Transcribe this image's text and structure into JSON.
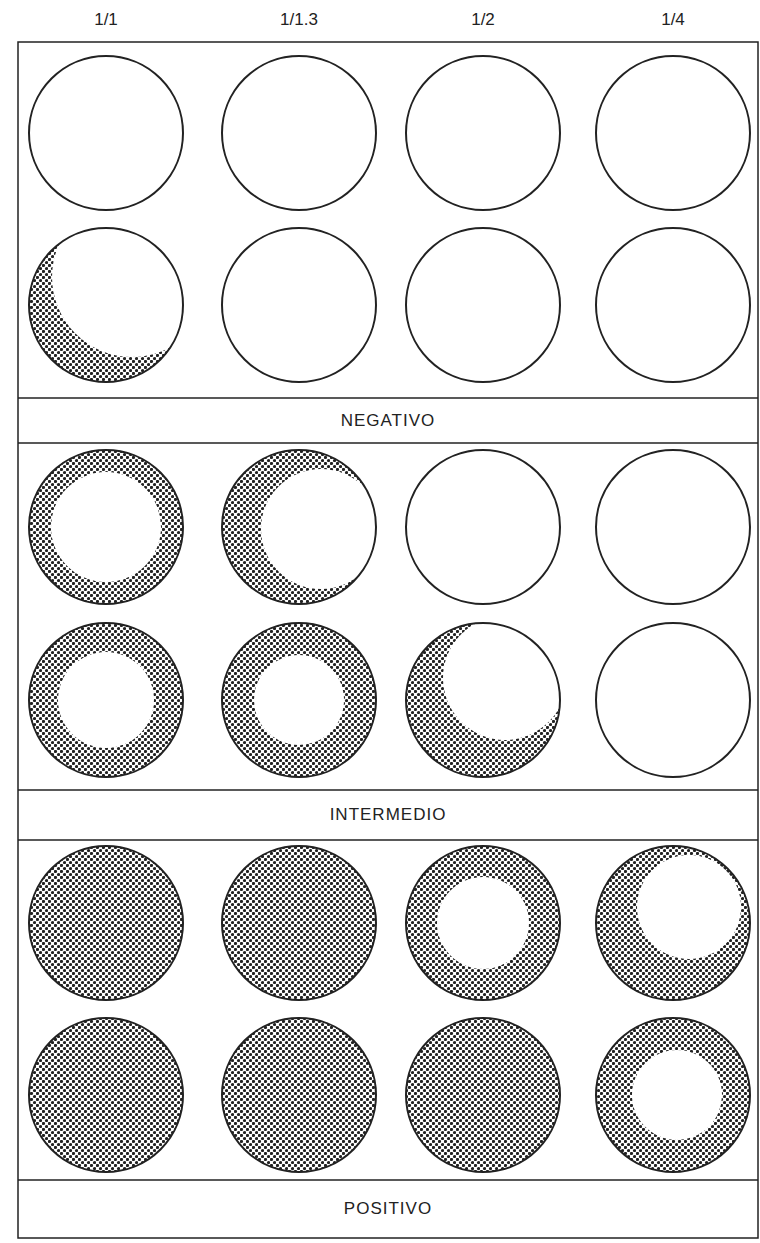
{
  "diagram": {
    "nodes": [
      {
        "text": [
          "NEGATIVO"
        ]
      },
      {
        "text": [
          "INTERMEDIO"
        ]
      },
      {
        "text": [
          "POSITIVO"
        ]
      }
    ],
    "labels": [
      "1/1",
      "1/1.3",
      "1/2",
      "1/4"
    ]
  }
}
